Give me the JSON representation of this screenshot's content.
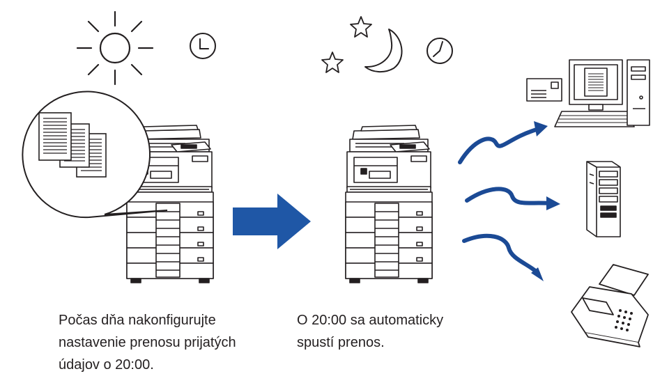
{
  "captions": {
    "left": [
      "Počas dňa nakonfigurujte",
      "nastavenie prenosu prijatých",
      "údajov o 20:00."
    ],
    "right": [
      "O 20:00 sa automaticky",
      "spustí prenos."
    ]
  },
  "colors": {
    "line": "#231f20",
    "arrow_blue": "#1f57a6",
    "dark_blue": "#1b4a95",
    "paper": "#ffffff"
  },
  "icons": [
    "sun-icon",
    "clock-icon",
    "moon-icon",
    "star-icon",
    "document-stack-icon",
    "copier-icon",
    "computer-icon",
    "server-icon",
    "fax-icon"
  ]
}
